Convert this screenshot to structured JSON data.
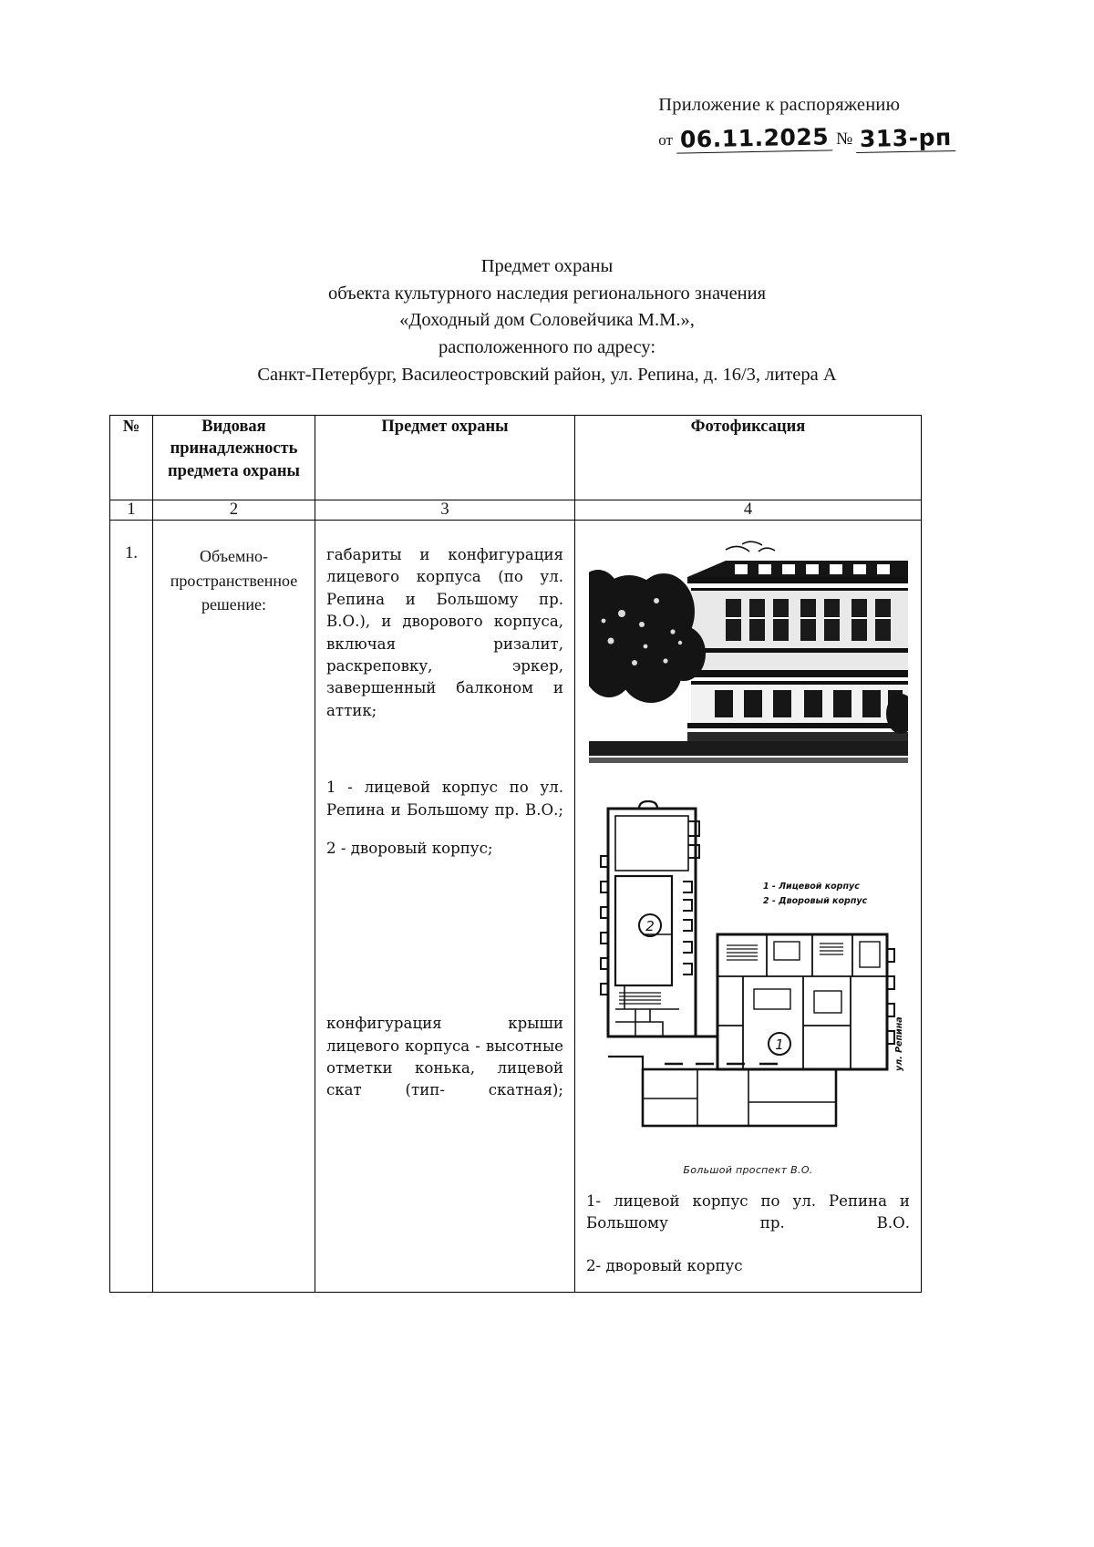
{
  "appendix": {
    "line1": "Приложение к распоряжению",
    "prefix": "от",
    "date": "06.11.2025",
    "number_sign": "№",
    "number": "313-рп"
  },
  "title": {
    "line1": "Предмет охраны",
    "line2": "объекта культурного наследия регионального значения",
    "line3": "«Доходный дом Соловейчика М.М.»,",
    "line4": "расположенного по адресу:",
    "line5": "Санкт-Петербург, Василеостровский район, ул. Репина, д. 16/3, литера А"
  },
  "table": {
    "headers": {
      "no": "№",
      "kind": "Видовая принадлежность предмета охраны",
      "subject": "Предмет охраны",
      "photo": "Фотофиксация"
    },
    "column_numbers": [
      "1",
      "2",
      "3",
      "4"
    ],
    "rows": [
      {
        "no": "1.",
        "kind": "Объемно-пространственное решение:",
        "subject_paragraphs": [
          "габариты и конфигурация лицевого корпуса (по ул. Репина и Большому пр. В.О.), и дворового корпуса, включая ризалит, раскреповку, эркер, завершенный балконом и аттик;",
          "1 - лицевой корпус по ул. Репина и Большому пр. В.О.;",
          "2 - дворовый корпус;",
          "конфигурация крыши лицевого корпуса - высотные отметки конька, лицевой скат (тип- скатная);"
        ],
        "photo": {
          "facade_alt": "Фотография лицевого фасада здания",
          "plan_alt": "План первого этажа здания",
          "plan_legend": [
            "1 - Лицевой корпус",
            "2 - Дворовый корпус"
          ],
          "plan_marker_courtyard": "2",
          "plan_marker_front": "1",
          "plan_street_right": "ул. Репина",
          "plan_street_bottom": "Большой проспект В.О.",
          "notes": [
            "1- лицевой корпус по ул. Репина и Большому пр. В.О.",
            "2- дворовый корпус"
          ]
        }
      }
    ]
  }
}
